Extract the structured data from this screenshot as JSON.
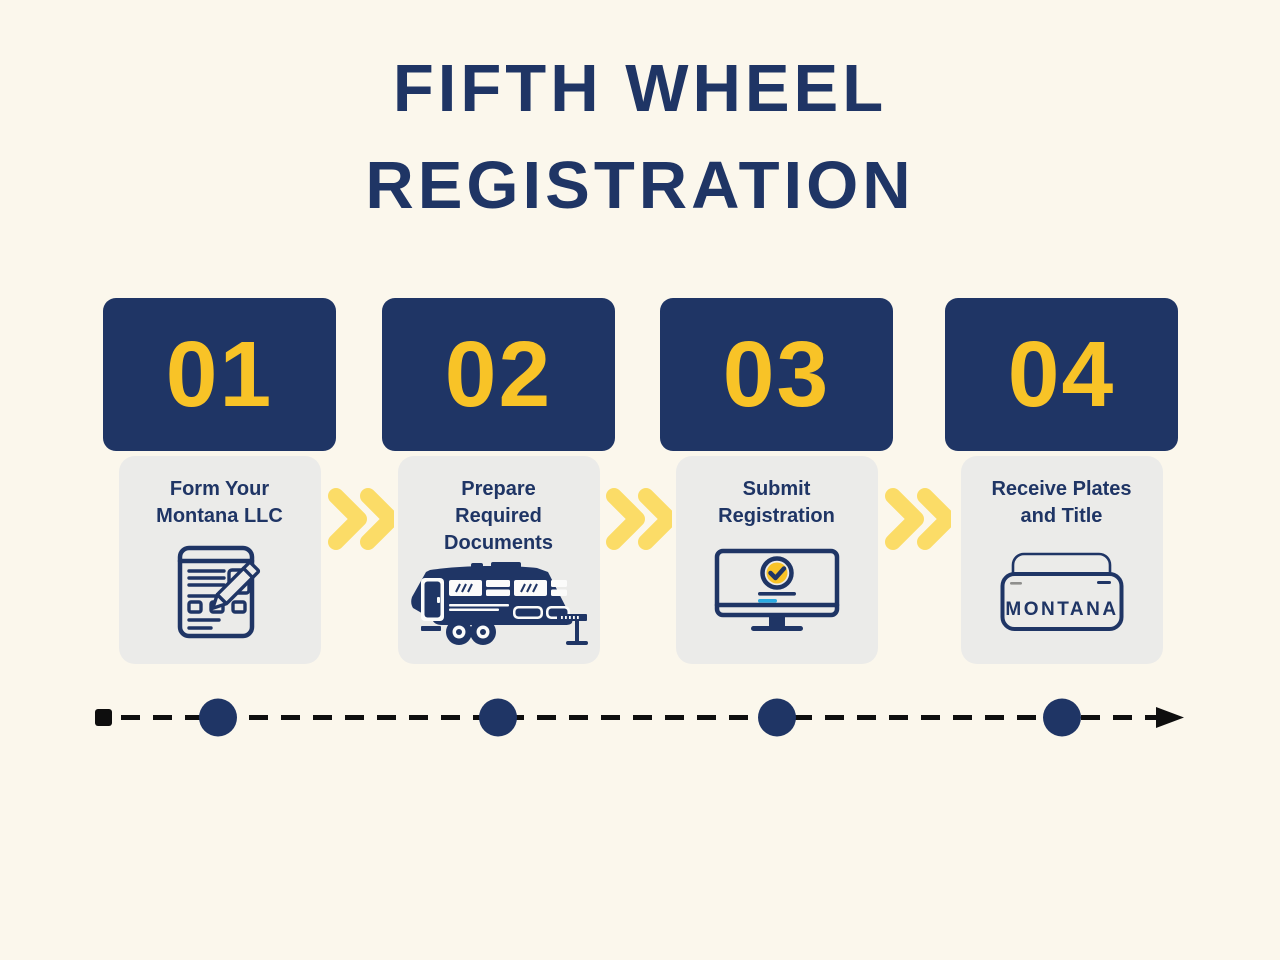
{
  "colors": {
    "background": "#FBF7EC",
    "navy": "#1F3565",
    "gold": "#F8C327",
    "chevron_yellow": "#FBDC67",
    "card_gray": "#EBEBE9",
    "ink": "#0E0E0E",
    "cyan": "#29ABE2",
    "icon_light": "#FBFBFA"
  },
  "title": {
    "line1": "FIFTH WHEEL",
    "line2": "REGISTRATION"
  },
  "steps": [
    {
      "number": "01",
      "label": "Form Your\nMontana LLC",
      "icon": "form-pencil-icon"
    },
    {
      "number": "02",
      "label": "Prepare\nRequired\nDocuments",
      "icon": "rv-trailer-icon"
    },
    {
      "number": "03",
      "label": "Submit\nRegistration",
      "icon": "monitor-check-icon"
    },
    {
      "number": "04",
      "label": "Receive Plates\nand Title",
      "icon": "license-plate-icon",
      "plate_text": "MONTANA"
    }
  ],
  "timeline": {
    "dot_count": 4,
    "direction": "left-to-right",
    "style": "dashed-line-with-dots-start-square-end-arrow"
  }
}
